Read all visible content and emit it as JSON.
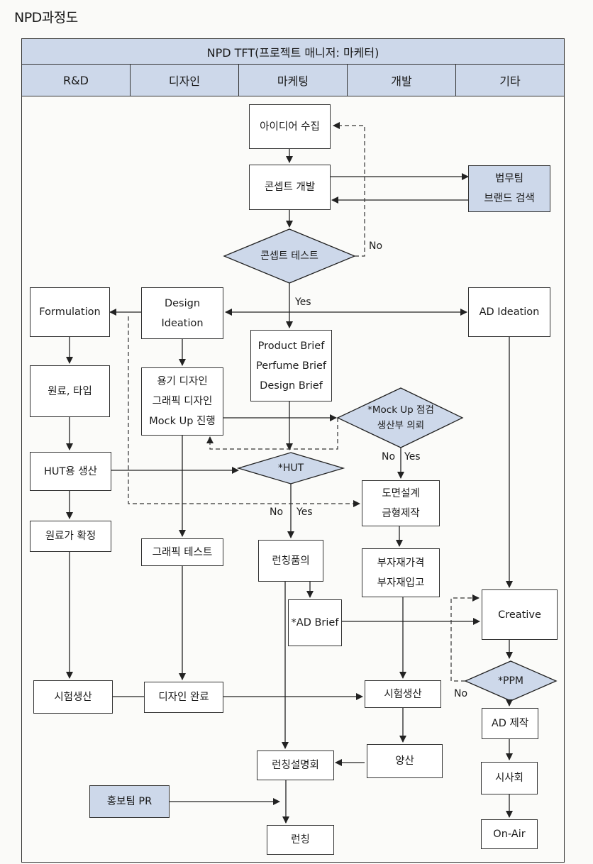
{
  "page_title": "NPD과정도",
  "header": "NPD TFT(프로젝트 매니저: 마케터)",
  "lanes": [
    "R&D",
    "디자인",
    "마케팅",
    "개발",
    "기타"
  ],
  "nodes": {
    "idea": "아이디어 수집",
    "concept": "콘셉트 개발",
    "legal": "법무팀\n브랜드 검색",
    "concept_test": "콘셉트 테스트",
    "formulation": "Formulation",
    "design_ideation": "Design\nIdeation",
    "ad_ideation": "AD Ideation",
    "brief": "Product Brief\nPerfume Brief\nDesign Brief",
    "material": "원료, 타입",
    "vessel": "용기 디자인\n그래픽 디자인\nMock Up 진행",
    "mockup_check": "*Mock Up 점검\n생산부 의뢰",
    "hut_prod": "HUT용 생산",
    "hut": "*HUT",
    "drawing": "도면설계\n금형제작",
    "cost_fix": "원료가 확정",
    "graphic_test": "그래픽 테스트",
    "launch_review": "런칭품의",
    "sub_price": "부자재가격\n부자재입고",
    "ad_brief": "*AD Brief",
    "creative": "Creative",
    "ppm": "*PPM",
    "trial_rd": "시험생산",
    "design_done": "디자인 완료",
    "trial_dev": "시험생산",
    "ad_make": "AD 제작",
    "mass": "양산",
    "launch_meeting": "런칭설명회",
    "preview": "시사회",
    "pr": "홍보팀 PR",
    "launch": "런칭",
    "onair": "On-Air"
  },
  "edge_labels": {
    "no_concept": "No",
    "yes_concept": "Yes",
    "no_mockup": "No",
    "yes_mockup": "Yes",
    "no_hut": "No",
    "yes_hut": "Yes",
    "no_ppm": "No"
  }
}
